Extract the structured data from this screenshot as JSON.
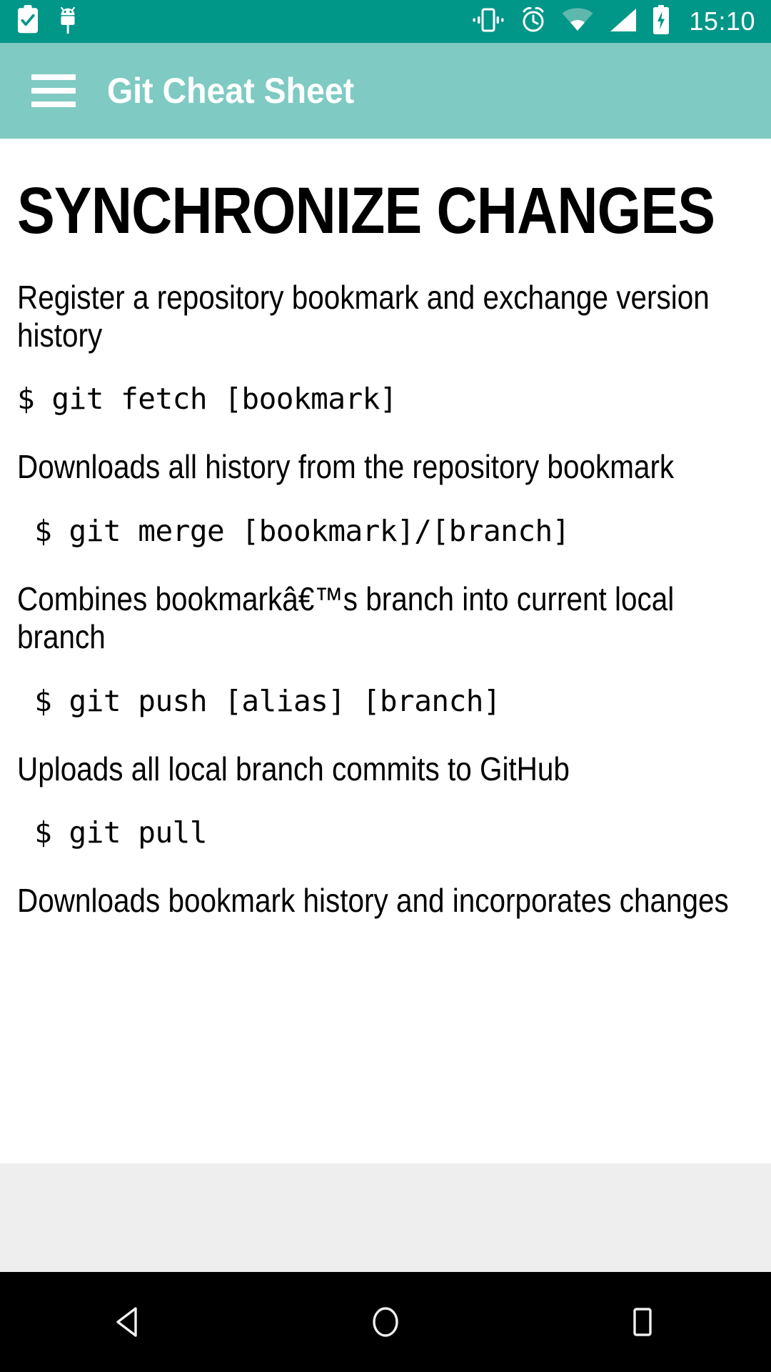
{
  "status_bar": {
    "background_color": "#009688",
    "left_icons": [
      {
        "name": "clipboard-check-icon",
        "label": "clipboard"
      },
      {
        "name": "android-debug-icon",
        "label": "android"
      }
    ],
    "right_icons": [
      {
        "name": "vibrate-icon",
        "label": "vibrate"
      },
      {
        "name": "alarm-clock-icon",
        "label": "alarm"
      },
      {
        "name": "wifi-icon",
        "label": "wifi"
      },
      {
        "name": "cell-signal-icon",
        "label": "signal"
      },
      {
        "name": "battery-charging-icon",
        "label": "battery charging"
      }
    ],
    "clock": "15:10"
  },
  "app_bar": {
    "background_color": "#7fcac3",
    "menu_label": "Open navigation drawer",
    "title": "Git Cheat Sheet"
  },
  "content": {
    "heading": "SYNCHRONIZE CHANGES",
    "blocks": [
      {
        "kind": "text",
        "value": "Register a repository bookmark and exchange version history"
      },
      {
        "kind": "code",
        "value": "$ git fetch [bookmark]"
      },
      {
        "kind": "text",
        "value": "Downloads all history from the repository bookmark"
      },
      {
        "kind": "code",
        "value": " $ git merge [bookmark]/[branch]"
      },
      {
        "kind": "text",
        "value": "Combines bookmarkâ€™s branch into current local branch"
      },
      {
        "kind": "code",
        "value": " $ git push [alias] [branch]"
      },
      {
        "kind": "text",
        "value": "Uploads all local branch commits to GitHub"
      },
      {
        "kind": "code",
        "value": " $ git pull"
      },
      {
        "kind": "text",
        "value": "Downloads bookmark history and incorporates changes"
      }
    ]
  },
  "footer_band": {
    "background_color": "#eeeeee"
  },
  "nav_bar": {
    "background_color": "#000000",
    "buttons": [
      {
        "name": "nav-back-button",
        "label": "Back"
      },
      {
        "name": "nav-home-button",
        "label": "Home"
      },
      {
        "name": "nav-recents-button",
        "label": "Recents"
      }
    ]
  }
}
